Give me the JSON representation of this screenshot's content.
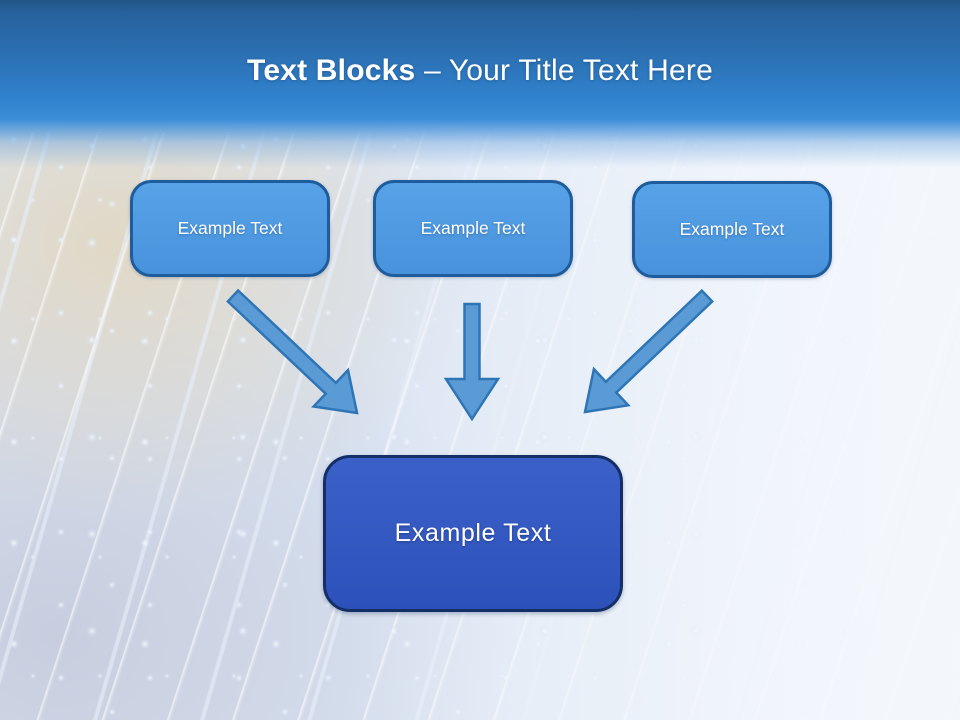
{
  "slide": {
    "title": {
      "bold": "Text Blocks",
      "regular": "– Your Title Text Here"
    },
    "top_boxes": [
      {
        "label": "Example Text"
      },
      {
        "label": "Example Text"
      },
      {
        "label": "Example Text"
      }
    ],
    "bottom_box": {
      "label": "Example Text"
    },
    "icons": {
      "left_connector": "arrow-down-right",
      "middle_connector": "arrow-down",
      "right_connector": "arrow-down-left"
    },
    "colors": {
      "header_top": "#215586",
      "header_blue": "#3183cf",
      "top_box_fill": "#4e9ae1",
      "top_box_border": "#1e5c9c",
      "bottom_box_fill": "#3156bf",
      "bottom_box_border": "#142f66",
      "arrow_fill": "#5b9bd5",
      "arrow_stroke": "#2e75b6",
      "title_text": "#ffffff",
      "background_tint": "#d9e3f2"
    }
  }
}
